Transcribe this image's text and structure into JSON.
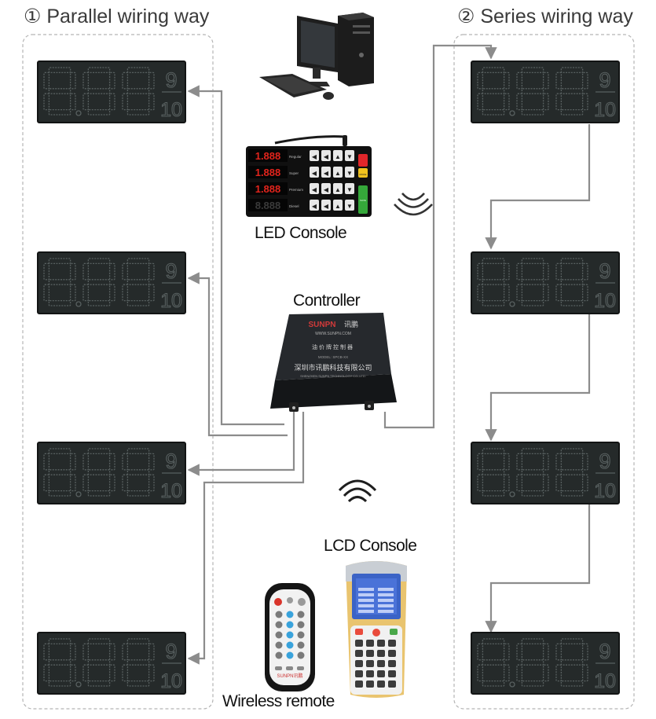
{
  "titles": {
    "parallel": "① Parallel wiring way",
    "series": "② Series wiring way"
  },
  "labels": {
    "led_console": "LED Console",
    "controller": "Controller",
    "lcd_console": "LCD Console",
    "wireless_remote": "Wireless remote"
  },
  "controller_box": {
    "brand": "SUNPN",
    "brand_cn": "讯鹏",
    "website": "WWW.SUNPN.COM",
    "subtitle_cn": "油价牌控制器",
    "model": "MODEL: SPCB-XX",
    "company_cn": "深圳市讯鹏科技有限公司",
    "company_en": "SHENZHEN SUNPN TECHNOLOGY CO.,LTD."
  },
  "led_console_rows": [
    {
      "value": "1.888",
      "fuel": "Regular"
    },
    {
      "value": "1.888",
      "fuel": "Super"
    },
    {
      "value": "1.888",
      "fuel": "Premium"
    },
    {
      "value": "8.888",
      "fuel": "Diesel"
    }
  ],
  "led_console_buttons": {
    "top": "MODE",
    "bottom": "SAVE"
  },
  "price_sign": {
    "main": "8.88",
    "fraction_top": "9",
    "fraction_bottom": "10"
  },
  "remote_brand": "SUNPN讯鹏",
  "colors": {
    "wire": "#8c8c8c",
    "dashed_border": "#b4b4b4",
    "sign_face": "#252a2a",
    "segment": "#586060",
    "led_digit": "#e2241c",
    "lcd_body": "#e9c46f",
    "lcd_screen": "#3b63c6"
  },
  "icons": {
    "computer": "desktop-computer-icon",
    "wifi": "wireless-signal-icon",
    "remote": "remote-control-icon",
    "lcd": "handheld-lcd-console-icon"
  }
}
